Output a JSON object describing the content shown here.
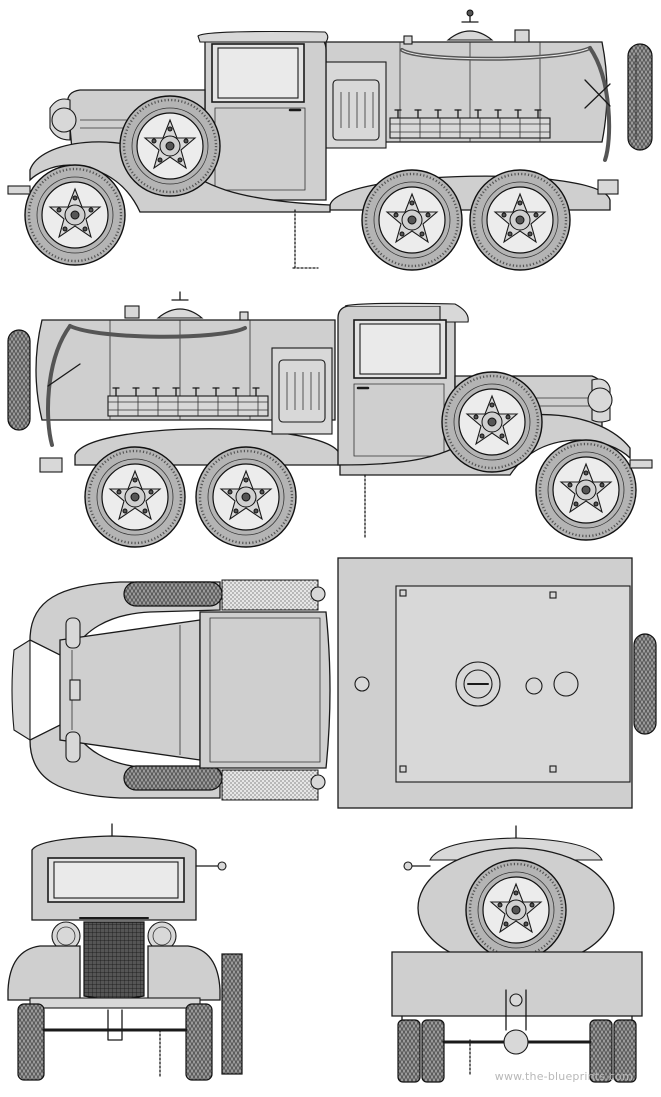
{
  "watermark": "www.the-blueprints.com",
  "colors": {
    "background": "#ffffff",
    "body_fill": "#cfcfcf",
    "tyre_fill": "#b4b4b4",
    "line": "#1a1a1a"
  },
  "views": [
    "left-side-view",
    "right-side-view",
    "top-view",
    "front-view",
    "rear-view"
  ]
}
